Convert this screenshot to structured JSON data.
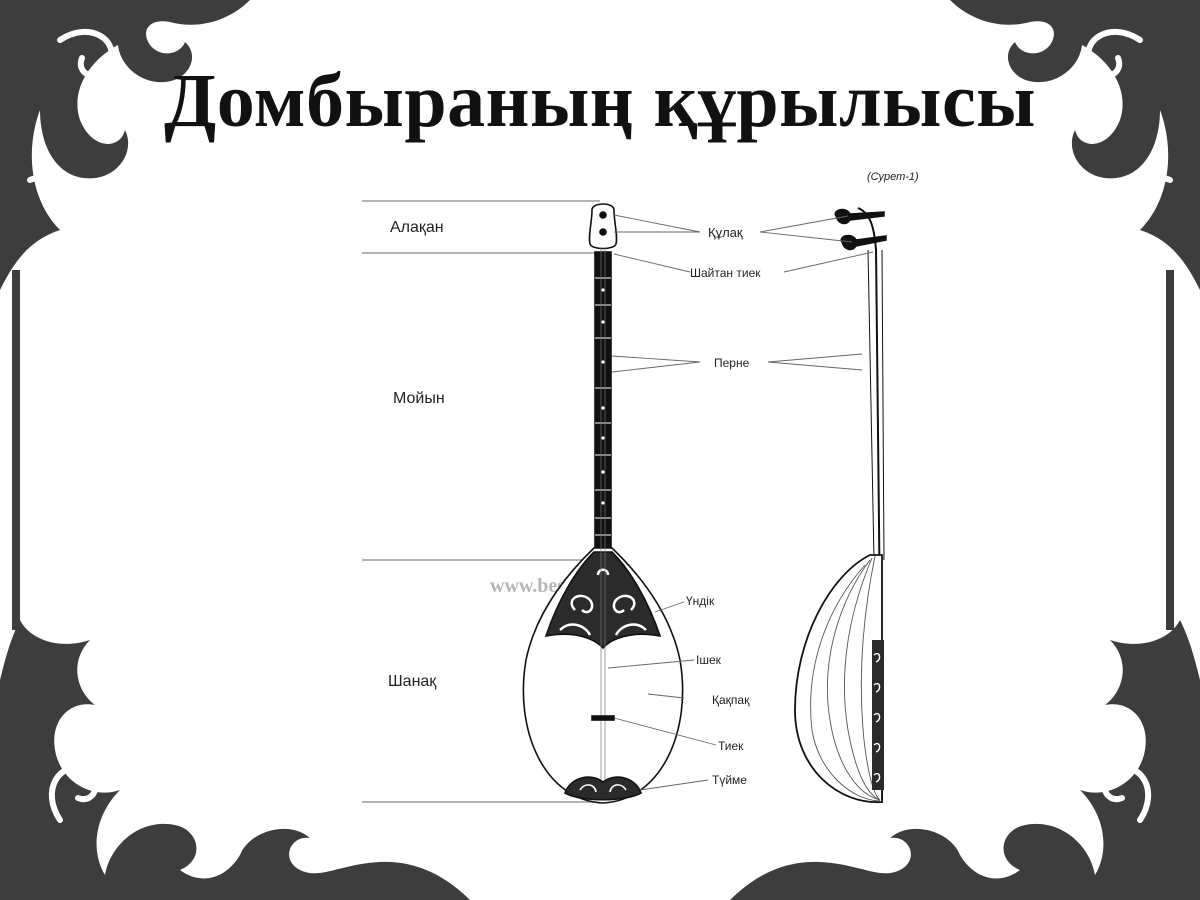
{
  "title": "Домбыраның құрылысы",
  "figure_ref": "(Сурет-1)",
  "watermark": "www.bestigen.kz",
  "sections": {
    "alaqan": "Алақан",
    "moiyn": "Мойын",
    "shanaq": "Шанақ"
  },
  "parts": {
    "qulaq": "Құлақ",
    "shaitan_tiek": "Шайтан тиек",
    "perne": "Перне",
    "undik": "Үндік",
    "ishek": "Ішек",
    "qaqpaq": "Қақпақ",
    "tiek": "Тиек",
    "tuime": "Түйме"
  },
  "colors": {
    "ornament": "#3a3a3a",
    "ink": "#111111",
    "line": "#666666"
  }
}
